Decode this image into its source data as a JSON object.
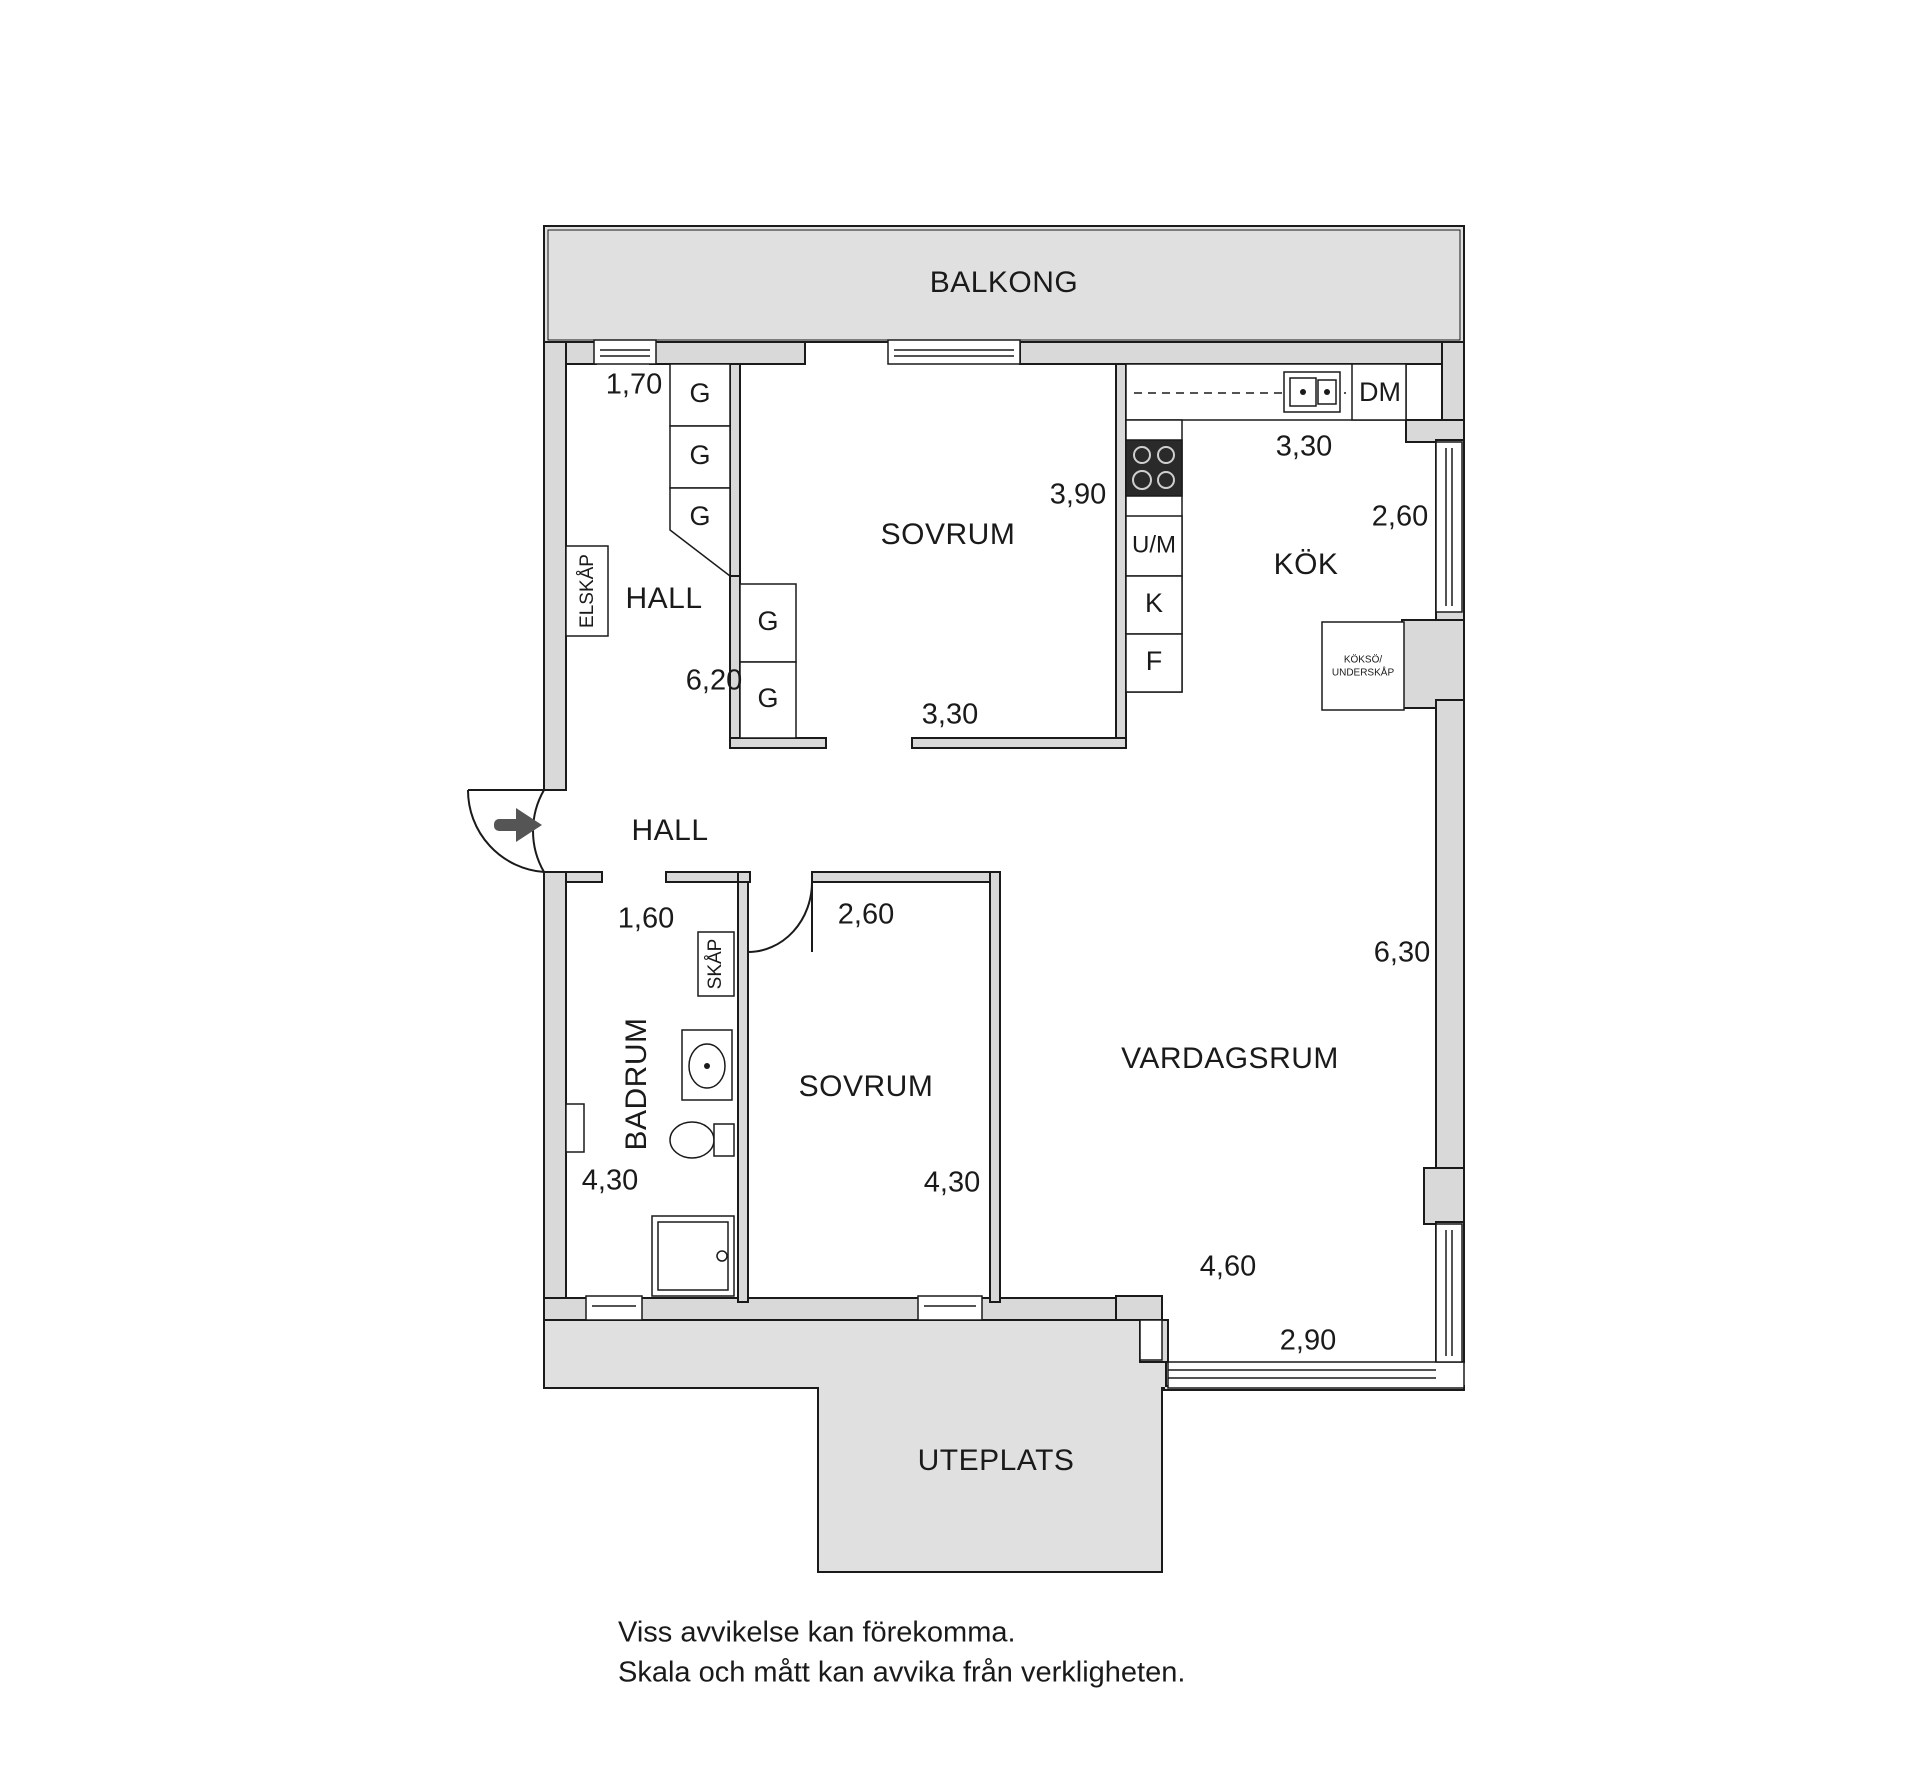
{
  "rooms": {
    "balkong": "BALKONG",
    "hall_upper": "HALL",
    "hall_lower": "HALL",
    "sovrum_upper": "SOVRUM",
    "kok": "KÖK",
    "badrum": "BADRUM",
    "sovrum_lower": "SOVRUM",
    "vardagsrum": "VARDAGSRUM",
    "uteplats": "UTEPLATS"
  },
  "dimensions": {
    "hall_width": "1,70",
    "hall_length": "6,20",
    "sovrum_upper_length": "3,90",
    "sovrum_upper_width": "3,30",
    "kok_width": "3,30",
    "kok_depth": "2,60",
    "badrum_width": "1,60",
    "badrum_length": "4,30",
    "sovrum_lower_width": "2,60",
    "sovrum_lower_length": "4,30",
    "vardagsrum_length": "6,30",
    "vardagsrum_width": "4,60",
    "bay_width": "2,90"
  },
  "fixtures": {
    "wardrobe": "G",
    "dishwasher": "DM",
    "oven": "U/M",
    "fridge": "K",
    "freezer": "F",
    "electrical_cabinet": "ELSKÅP",
    "closet": "SKÅP",
    "island_line1": "KÖKSÖ/",
    "island_line2": "UNDERSKÅP"
  },
  "notes": {
    "line1": "Viss avvikelse kan förekomma.",
    "line2": "Skala och mått kan avvika från verkligheten."
  }
}
